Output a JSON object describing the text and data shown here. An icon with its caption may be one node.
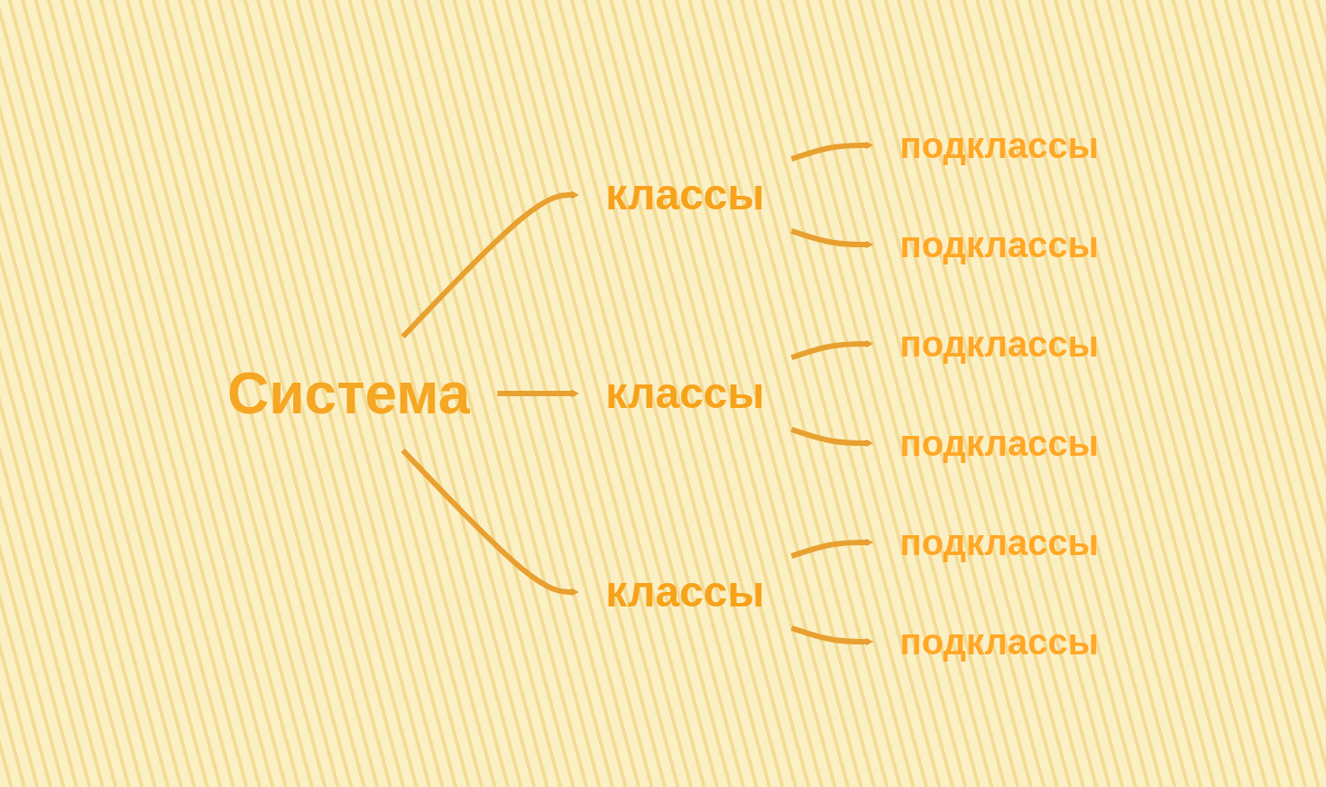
{
  "diagram": {
    "nodes": [
      {
        "text": [
          "Система"
        ]
      },
      {
        "text": [
          "классы"
        ]
      },
      {
        "text": [
          "классы"
        ]
      },
      {
        "text": [
          "классы"
        ]
      },
      {
        "text": [
          "подклассы"
        ]
      },
      {
        "text": [
          "подклассы"
        ]
      },
      {
        "text": [
          "подклассы"
        ]
      },
      {
        "text": [
          "подклассы"
        ]
      },
      {
        "text": [
          "подклассы"
        ]
      },
      {
        "text": [
          "подклассы"
        ]
      }
    ],
    "edges": [
      {
        "from": 0,
        "to": 1,
        "arrow": "to"
      },
      {
        "from": 0,
        "to": 2,
        "arrow": "to"
      },
      {
        "from": 0,
        "to": 3,
        "arrow": "to"
      },
      {
        "from": 1,
        "to": 4,
        "arrow": "to"
      },
      {
        "from": 1,
        "to": 5,
        "arrow": "to"
      },
      {
        "from": 2,
        "to": 6,
        "arrow": "to"
      },
      {
        "from": 2,
        "to": 7,
        "arrow": "to"
      },
      {
        "from": 3,
        "to": 8,
        "arrow": "to"
      },
      {
        "from": 3,
        "to": 9,
        "arrow": "to"
      }
    ]
  }
}
